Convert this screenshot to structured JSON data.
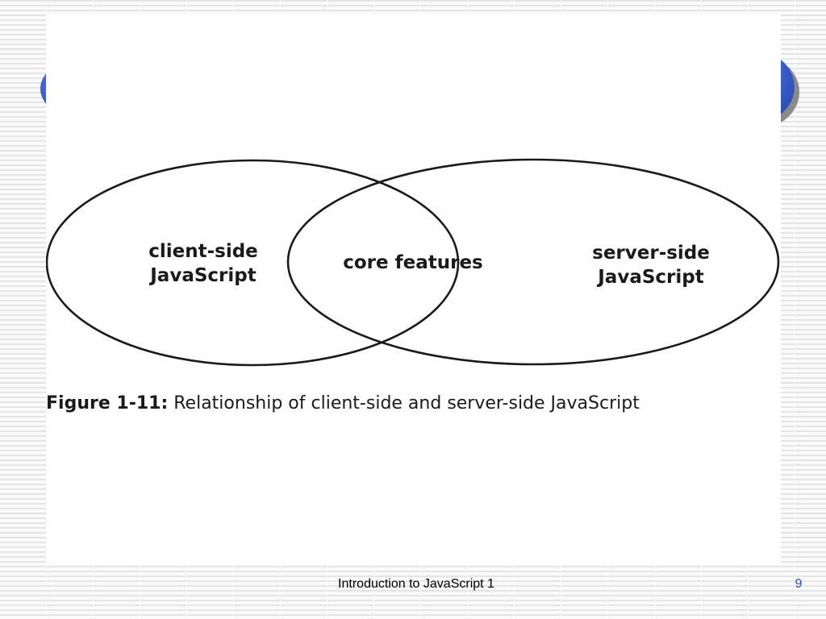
{
  "diagram": {
    "labels": {
      "client_line1": "client-side",
      "client_line2": "JavaScript",
      "core": "core features",
      "server_line1": "server-side",
      "server_line2": "JavaScript"
    },
    "caption": {
      "prefix": "Figure 1-11:",
      "text": " Relationship of client-side and server-side JavaScript"
    }
  },
  "footer": {
    "title": "Introduction to JavaScript 1",
    "page_number": "9"
  },
  "colors": {
    "accent": "#3558c8",
    "page_number": "#2a55c8",
    "ellipse_stroke": "#1a1a1a"
  }
}
